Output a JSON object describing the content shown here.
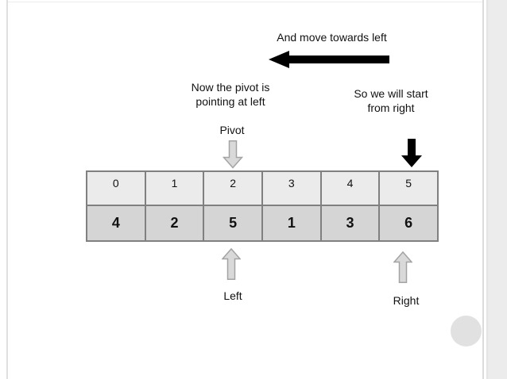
{
  "slide": {
    "annotations": {
      "move_left": "And move towards left",
      "now_pivot": "Now the pivot is\npointing at left",
      "start_right": "So we will start\nfrom right",
      "pivot_label": "Pivot",
      "left_label": "Left",
      "right_label": "Right"
    },
    "array_table": {
      "indices": [
        "0",
        "1",
        "2",
        "3",
        "4",
        "5"
      ],
      "values": [
        "4",
        "2",
        "5",
        "1",
        "3",
        "6"
      ]
    },
    "icons": {
      "move_left_arrow": "black-left-arrow-icon",
      "pivot_arrow": "gray-down-arrow-icon",
      "start_right_arrow": "black-down-arrow-icon",
      "left_pointer": "gray-up-arrow-icon",
      "right_pointer": "gray-up-arrow-icon"
    },
    "colors": {
      "black_arrow": "#000000",
      "gray_arrow_fill": "#d9d9d9",
      "gray_arrow_stroke": "#a3a3a3",
      "table_border": "#808080",
      "index_row_bg": "#ebebeb",
      "value_row_bg": "#d5d5d5",
      "circle_fill": "#e1e1e1"
    }
  }
}
